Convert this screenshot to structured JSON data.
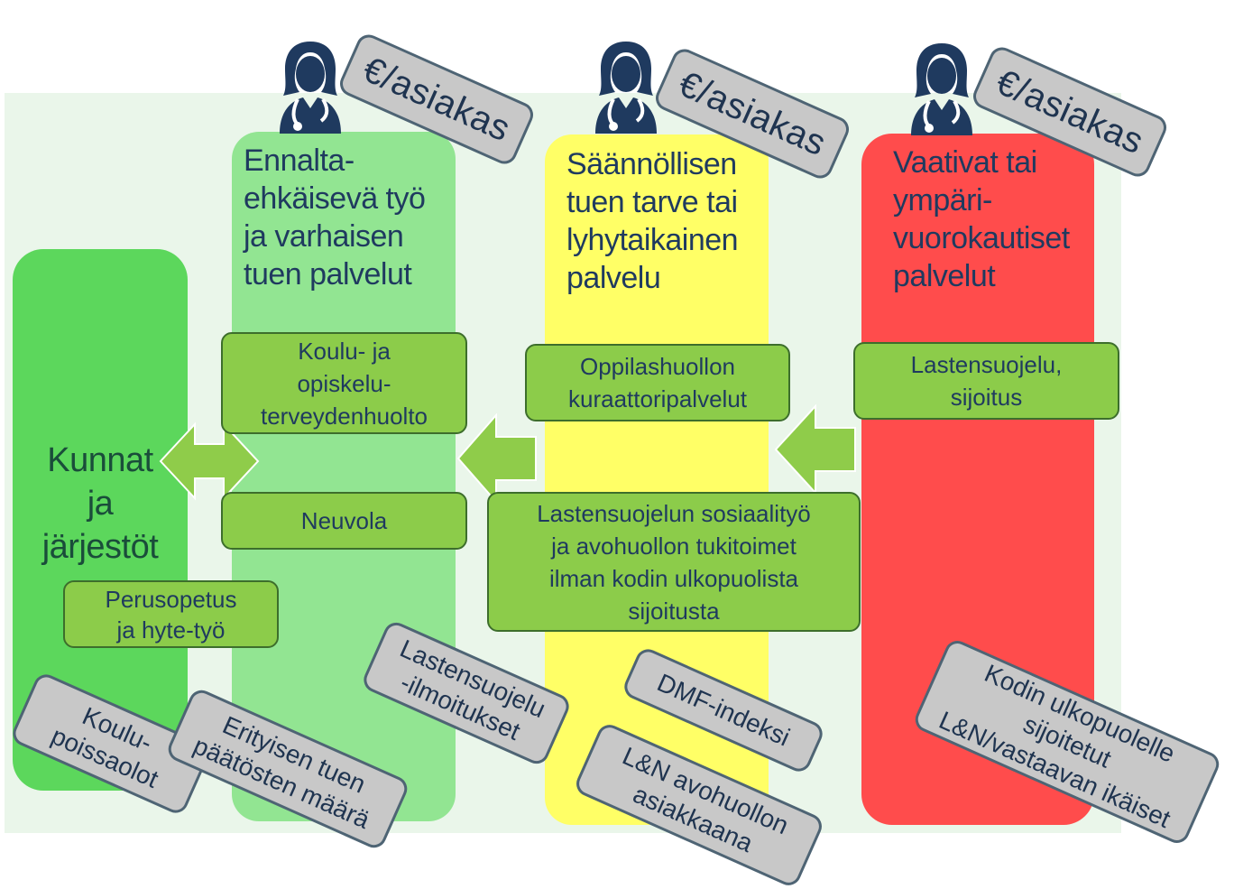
{
  "price_tag": "€/asiakas",
  "columns": {
    "kunnat": {
      "title": "Kunnat\nja\njärjestöt",
      "color": "#5cd75c"
    },
    "ennalta": {
      "title": "Ennalta-\nehkäisevä työ\nja varhaisen\ntuen palvelut",
      "color": "#92e592"
    },
    "saannollinen": {
      "title": "Säännöllisen\ntuen tarve tai\nlyhytaikainen\npalvelu",
      "color": "#ffff66"
    },
    "vaativat": {
      "title": "Vaativat tai\nympäri-\nvuorokautiset\npalvelut",
      "color": "#ff4c4c"
    }
  },
  "services": {
    "koulu_terveydenhuolto": "Koulu- ja\nopiskelu-\nterveydenhuolto",
    "neuvola": "Neuvola",
    "perusopetus": "Perusopetus\nja hyte-työ",
    "oppilashuolto": "Oppilashuollon\nkuraattoripalvelut",
    "lastensuojelu_sosiaalityo": "Lastensuojelun  sosiaalityö\nja  avohuollon  tukitoimet\nilman  kodin  ulkopuolista\nsijoitusta",
    "lastensuojelu_sijoitus": "Lastensuojelu,\nsijoitus"
  },
  "metrics": {
    "koulupoissaolot": "Koulu-\npoissaolot",
    "erityisen_tuen": "Erityisen tuen\npäätösten määrä",
    "ilmoitukset": "Lastensuojelu\n-ilmoitukset",
    "dmf": "DMF-indeksi",
    "avohuolto": "L&N avohuollon\nasiakkaana",
    "sijoitetut": "Kodin ulkopuolelle\nsijoitetut\nL&N/vastaavan ikäiset"
  },
  "colors": {
    "title_text": "#1f3a5f",
    "kunnat_text": "#1a4d3a",
    "arrow_fill": "#8fcc4a",
    "icon_fill": "#1f3a5f"
  },
  "icons": [
    "doctor-icon",
    "left-arrow-icon",
    "double-arrow-icon"
  ]
}
